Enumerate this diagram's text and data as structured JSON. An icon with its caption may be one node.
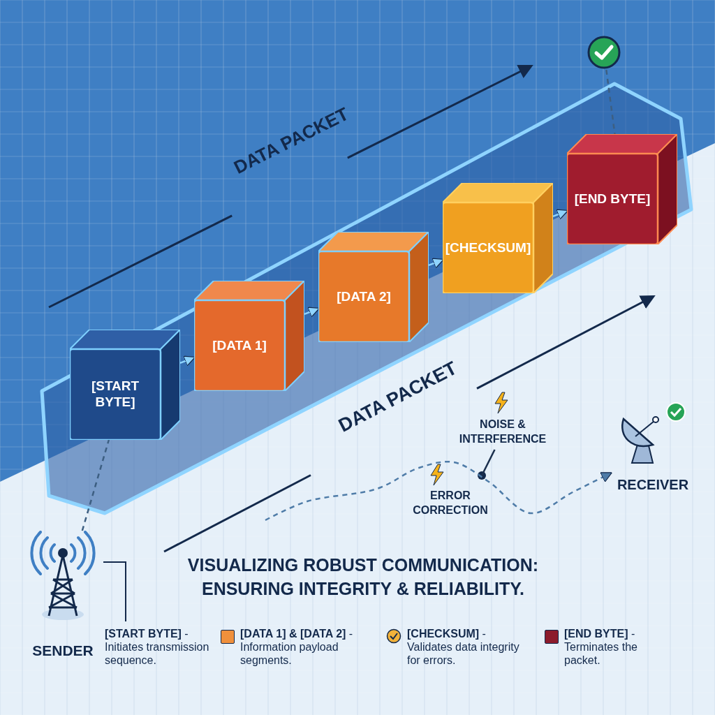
{
  "diagram": {
    "title": "VISUALIZING ROBUST COMMUNICATION: ENSURING INTEGRITY & RELIABILITY.",
    "nodes": [
      {
        "text": [],
        "shape": "circle"
      },
      {
        "text": [
          "[START BYTE]"
        ]
      },
      {
        "text": [
          "[DATA 1]"
        ]
      },
      {
        "text": [
          "[DATA 2]"
        ]
      },
      {
        "text": [
          "[CHECKSUM]"
        ]
      },
      {
        "text": [
          "[END BYTE]"
        ]
      },
      {
        "text": [
          "NOISE & INTERFERENCE"
        ]
      },
      {
        "text": [
          "RECEIVER"
        ]
      },
      {
        "text": [
          "SENDER"
        ]
      }
    ],
    "edges": [
      {
        "from": 1,
        "to": 2,
        "arrow": "to"
      },
      {
        "from": 2,
        "to": 3,
        "arrow": "to"
      },
      {
        "from": 3,
        "to": 4,
        "arrow": "to"
      },
      {
        "from": 4,
        "to": 5,
        "arrow": "to"
      },
      {
        "from": 0,
        "to": 5,
        "arrow": "none",
        "style": "dashed",
        "color": "#3d5f82"
      },
      {
        "from": 8,
        "to": 1,
        "arrow": "none",
        "style": "dashed",
        "color": "#3d5f82"
      },
      {
        "from": null,
        "to": 7,
        "arrow": "to",
        "style": "dashed",
        "color": "#4f7ca8"
      },
      {
        "from": 6,
        "to": null,
        "arrow": "none",
        "color": "#1b2f4d"
      }
    ],
    "labels": [
      "DATA PACKET",
      "DATA PACKET",
      "ERROR CORRECTION"
    ],
    "legend": [
      {
        "text": "**[START BYTE]** - Initiates transmission sequence."
      },
      {
        "text": "**[DATA 1] & [DATA 2]** - Information payload segments.",
        "color": "#f0903c"
      },
      {
        "text": "**[CHECKSUM]** - Validates data integrity for errors."
      },
      {
        "text": "**[END BYTE]** - Terminates the packet.",
        "color": "#8c1b2c"
      }
    ]
  }
}
